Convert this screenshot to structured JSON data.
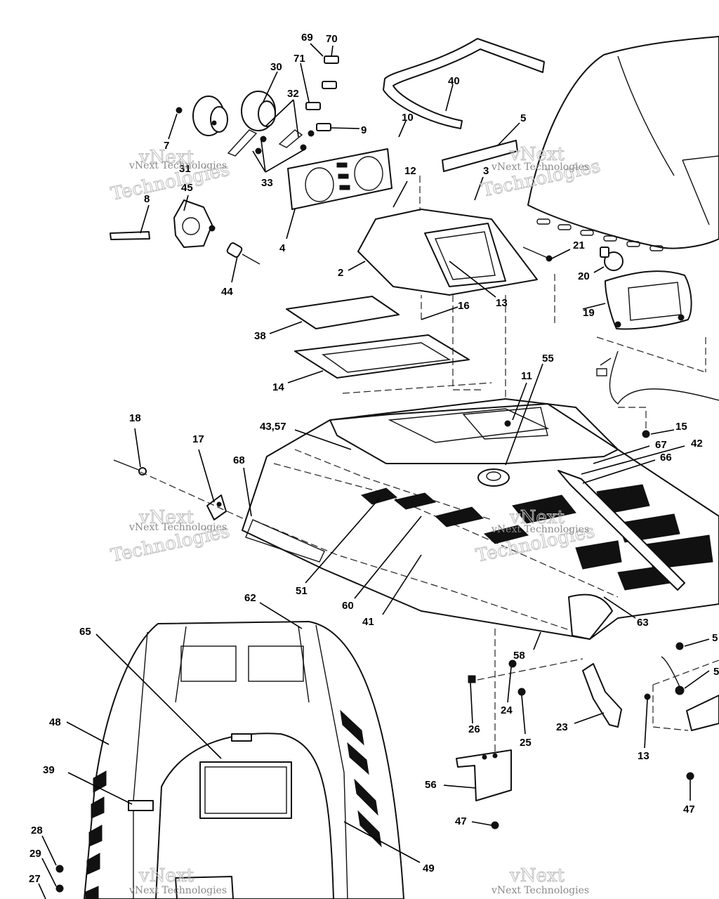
{
  "watermark": {
    "line1": "vNext",
    "line2": "Technologies",
    "full": "vNext Technologies"
  },
  "callouts": [
    {
      "id": "c69",
      "label": "69"
    },
    {
      "id": "c70",
      "label": "70"
    },
    {
      "id": "c71",
      "label": "71"
    },
    {
      "id": "c30",
      "label": "30"
    },
    {
      "id": "c32",
      "label": "32"
    },
    {
      "id": "c40",
      "label": "40"
    },
    {
      "id": "c10",
      "label": "10"
    },
    {
      "id": "c5",
      "label": "5"
    },
    {
      "id": "c9",
      "label": "9"
    },
    {
      "id": "c7",
      "label": "7"
    },
    {
      "id": "c31",
      "label": "31"
    },
    {
      "id": "c33",
      "label": "33"
    },
    {
      "id": "c45",
      "label": "45"
    },
    {
      "id": "c8",
      "label": "8"
    },
    {
      "id": "c12",
      "label": "12"
    },
    {
      "id": "c3",
      "label": "3"
    },
    {
      "id": "c4",
      "label": "4"
    },
    {
      "id": "c2",
      "label": "2"
    },
    {
      "id": "c44",
      "label": "44"
    },
    {
      "id": "c21",
      "label": "21"
    },
    {
      "id": "c20",
      "label": "20"
    },
    {
      "id": "c13a",
      "label": "13"
    },
    {
      "id": "c16",
      "label": "16"
    },
    {
      "id": "c19",
      "label": "19"
    },
    {
      "id": "c38",
      "label": "38"
    },
    {
      "id": "c55",
      "label": "55"
    },
    {
      "id": "c11",
      "label": "11"
    },
    {
      "id": "c14",
      "label": "14"
    },
    {
      "id": "c18",
      "label": "18"
    },
    {
      "id": "c17",
      "label": "17"
    },
    {
      "id": "c4357",
      "label": "43,57"
    },
    {
      "id": "c15",
      "label": "15"
    },
    {
      "id": "c67",
      "label": "67"
    },
    {
      "id": "c42",
      "label": "42"
    },
    {
      "id": "c68",
      "label": "68"
    },
    {
      "id": "c66",
      "label": "66"
    },
    {
      "id": "c51",
      "label": "51"
    },
    {
      "id": "c60",
      "label": "60"
    },
    {
      "id": "c41",
      "label": "41"
    },
    {
      "id": "c62",
      "label": "62"
    },
    {
      "id": "c63",
      "label": "63"
    },
    {
      "id": "c65",
      "label": "65"
    },
    {
      "id": "c58",
      "label": "58"
    },
    {
      "id": "c5x1",
      "label": "5"
    },
    {
      "id": "c5x2",
      "label": "5"
    },
    {
      "id": "c48",
      "label": "48"
    },
    {
      "id": "c26",
      "label": "26"
    },
    {
      "id": "c24",
      "label": "24"
    },
    {
      "id": "c25",
      "label": "25"
    },
    {
      "id": "c23",
      "label": "23"
    },
    {
      "id": "c13b",
      "label": "13"
    },
    {
      "id": "c39",
      "label": "39"
    },
    {
      "id": "c56",
      "label": "56"
    },
    {
      "id": "c47a",
      "label": "47"
    },
    {
      "id": "c47b",
      "label": "47"
    },
    {
      "id": "c49",
      "label": "49"
    },
    {
      "id": "c28",
      "label": "28"
    },
    {
      "id": "c29",
      "label": "29"
    },
    {
      "id": "c27",
      "label": "27"
    }
  ]
}
